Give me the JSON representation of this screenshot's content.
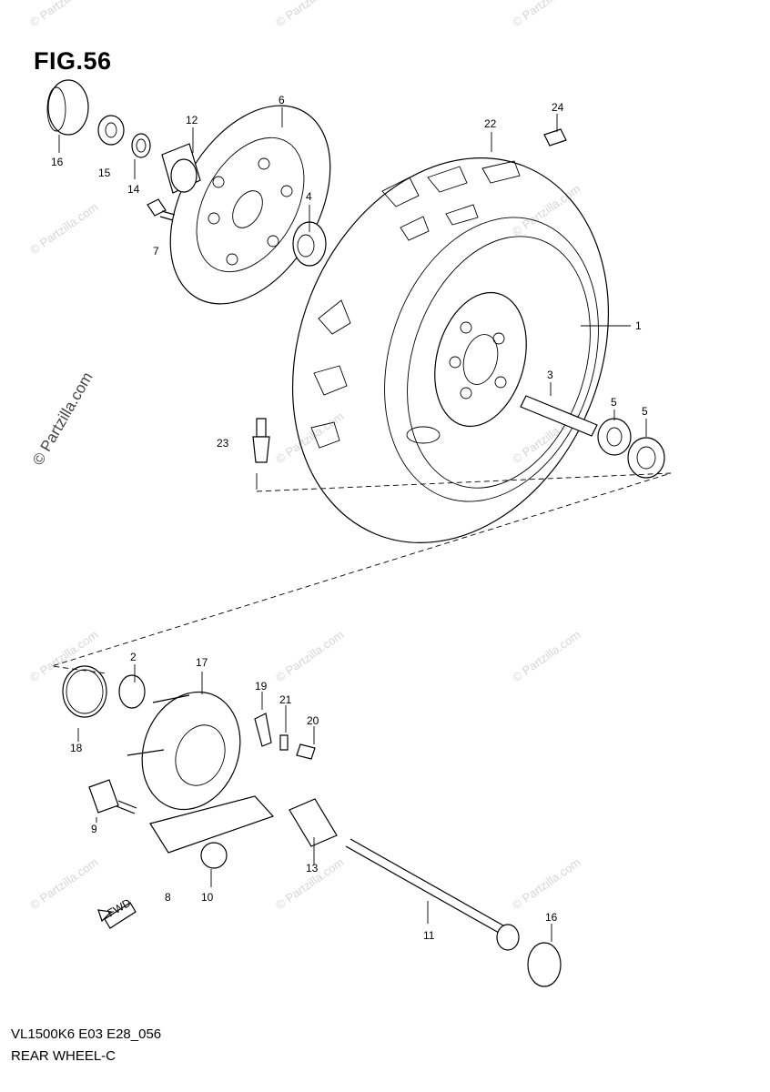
{
  "figure": {
    "title": "FIG.56"
  },
  "footer": {
    "code": "VL1500K6 E03 E28_056",
    "name": "REAR WHEEL-C"
  },
  "watermark": {
    "text": "© Partzilla.com"
  },
  "fwd_arrow": {
    "text": "FWD"
  },
  "parts": [
    {
      "n": "1"
    },
    {
      "n": "2"
    },
    {
      "n": "3"
    },
    {
      "n": "4"
    },
    {
      "n": "5"
    },
    {
      "n": "5"
    },
    {
      "n": "6"
    },
    {
      "n": "7"
    },
    {
      "n": "8"
    },
    {
      "n": "9"
    },
    {
      "n": "10"
    },
    {
      "n": "11"
    },
    {
      "n": "12"
    },
    {
      "n": "13"
    },
    {
      "n": "14"
    },
    {
      "n": "15"
    },
    {
      "n": "16"
    },
    {
      "n": "16"
    },
    {
      "n": "17"
    },
    {
      "n": "18"
    },
    {
      "n": "19"
    },
    {
      "n": "20"
    },
    {
      "n": "21"
    },
    {
      "n": "22"
    },
    {
      "n": "23"
    },
    {
      "n": "24"
    }
  ]
}
